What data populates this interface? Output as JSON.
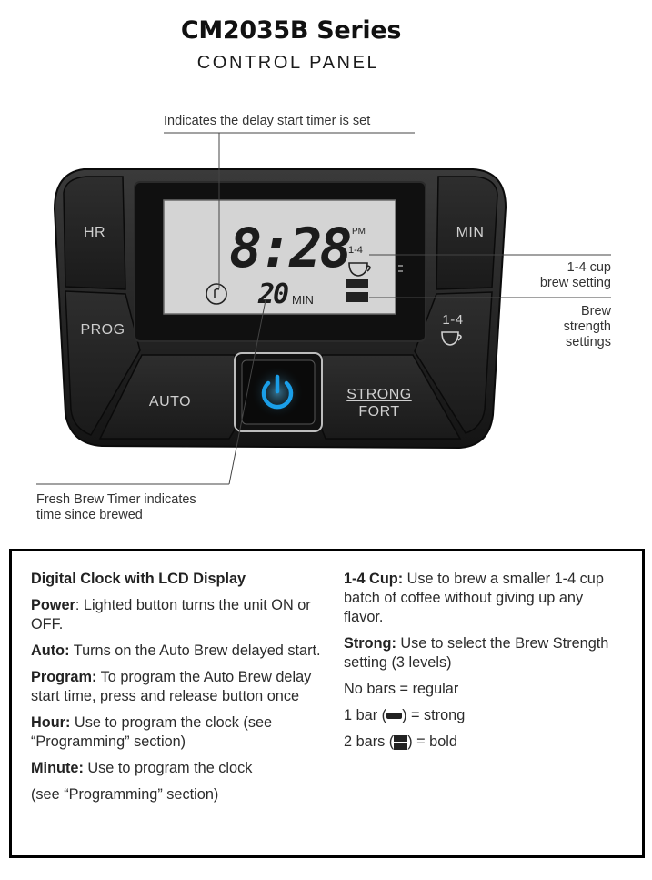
{
  "header": {
    "title": "CM2035B Series",
    "subtitle": "CONTROL PANEL"
  },
  "callouts": {
    "delay_timer": "Indicates the delay start timer is set",
    "cup_line1": "1-4 cup",
    "cup_line2": "brew setting",
    "brew_line1": "Brew",
    "brew_line2": "strength",
    "brew_line3": "settings",
    "fresh_line1": "Fresh Brew Timer indicates",
    "fresh_line2": "time since brewed"
  },
  "panel": {
    "hr": "HR",
    "min": "MIN",
    "prog": "PROG",
    "auto": "AUTO",
    "strong": "STRONG",
    "fort": "FORT",
    "cup": "1-4",
    "lcd": {
      "time": "8:28",
      "pm": "PM",
      "cup": "1-4",
      "timer": "20",
      "timer_unit": "MIN"
    }
  },
  "info": {
    "heading": "Digital Clock with LCD Display",
    "power_label": "Power",
    "power_text": ": Lighted button turns the unit ON or OFF.",
    "auto_label": "Auto:",
    "auto_text": " Turns on the Auto Brew delayed start.",
    "program_label": "Program:",
    "program_text": " To program the Auto Brew delay start time, press and release button once",
    "hour_label": "Hour:",
    "hour_text": " Use to program the clock (see “Programming” section)",
    "minute_label": "Minute:",
    "minute_text": " Use to program the clock",
    "minute_text2": "(see “Programming” section)",
    "cup_label": "1-4 Cup:",
    "cup_text": " Use to brew a smaller 1-4 cup batch of coffee without giving up any flavor.",
    "strong_label": "Strong:",
    "strong_text": " Use to select the Brew Strength setting (3 levels)",
    "no_bars": "No bars = regular",
    "one_bar_pre": "1 bar (",
    "one_bar_post": ") = strong",
    "two_bars_pre": "2 bars (",
    "two_bars_post": ") = bold"
  },
  "colors": {
    "panel_body": "#1e1e1e",
    "lcd_background": "#d4d4d4",
    "power_glow": "#1a9ee8"
  }
}
